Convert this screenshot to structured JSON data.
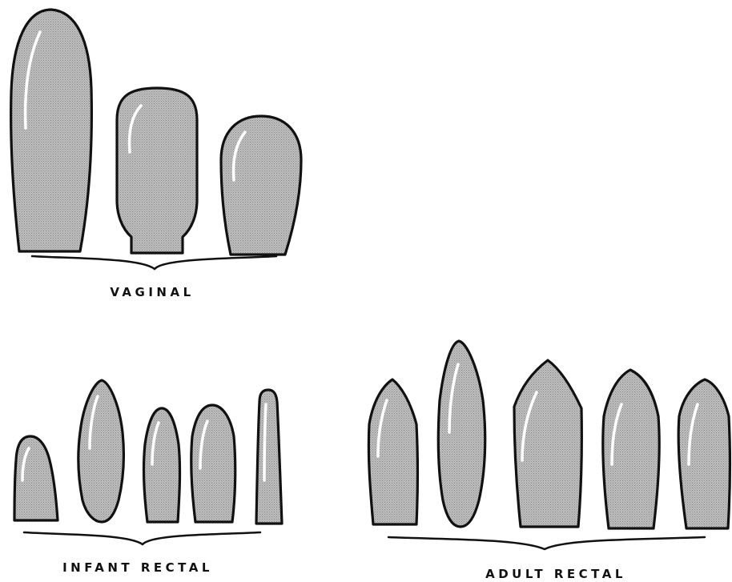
{
  "groups": {
    "vaginal": {
      "label": "VAGINAL"
    },
    "infant_rectal": {
      "label": "INFANT RECTAL"
    },
    "adult_rectal": {
      "label": "ADULT RECTAL"
    }
  },
  "colors": {
    "outline": "#111111",
    "fill_base": "#bdbdbd",
    "fill_dot": "#8a8a8a",
    "highlight": "#ffffff",
    "background": "#ffffff"
  }
}
